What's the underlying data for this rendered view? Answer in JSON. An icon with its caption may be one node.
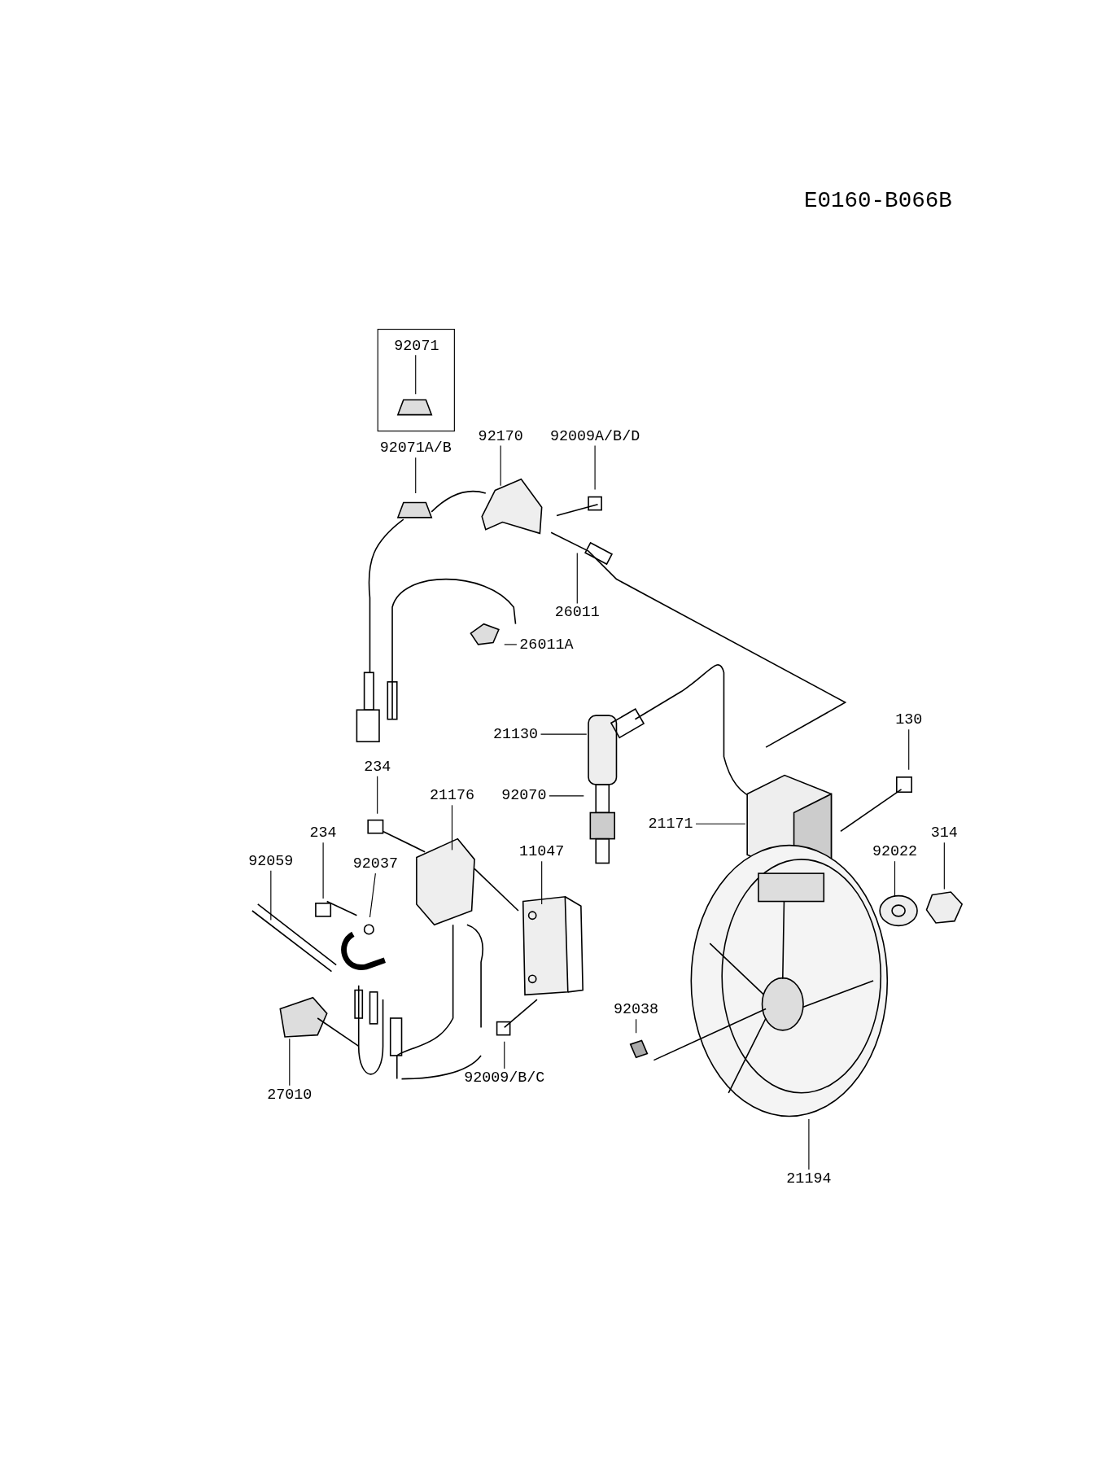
{
  "diagram": {
    "nodes": [
      {
        "text": [
          "92071"
        ]
      },
      {
        "text": [
          "92071A/B"
        ]
      },
      {
        "text": [
          "92170"
        ]
      },
      {
        "text": [
          "92009A/B/D"
        ]
      },
      {
        "text": [
          "26011"
        ]
      },
      {
        "text": [
          "26011A"
        ]
      },
      {
        "text": [
          "21130"
        ]
      },
      {
        "text": [
          "130"
        ]
      },
      {
        "text": [
          "234"
        ]
      },
      {
        "text": [
          "21176"
        ]
      },
      {
        "text": [
          "92070"
        ]
      },
      {
        "text": [
          "21171"
        ]
      },
      {
        "text": [
          "234"
        ]
      },
      {
        "text": [
          "92059"
        ]
      },
      {
        "text": [
          "92037"
        ]
      },
      {
        "text": [
          "11047"
        ]
      },
      {
        "text": [
          "314"
        ]
      },
      {
        "text": [
          "92022"
        ]
      },
      {
        "text": [
          "92038"
        ]
      },
      {
        "text": [
          "92009/B/C"
        ]
      },
      {
        "text": [
          "27010"
        ]
      },
      {
        "text": [
          "21194"
        ]
      }
    ],
    "edges": [
      {
        "from": 0,
        "to": null,
        "arrow": "none"
      },
      {
        "from": 1,
        "to": null,
        "arrow": "none"
      },
      {
        "from": 2,
        "to": null,
        "arrow": "none"
      },
      {
        "from": 3,
        "to": null,
        "arrow": "none"
      },
      {
        "from": 4,
        "to": null,
        "arrow": "none"
      },
      {
        "from": 5,
        "to": null,
        "arrow": "none"
      },
      {
        "from": 6,
        "to": null,
        "arrow": "none"
      },
      {
        "from": 7,
        "to": null,
        "arrow": "none"
      },
      {
        "from": 8,
        "to": null,
        "arrow": "none"
      },
      {
        "from": 9,
        "to": null,
        "arrow": "none"
      },
      {
        "from": 10,
        "to": null,
        "arrow": "none"
      },
      {
        "from": 11,
        "to": null,
        "arrow": "none"
      },
      {
        "from": 12,
        "to": null,
        "arrow": "none"
      },
      {
        "from": 13,
        "to": null,
        "arrow": "none"
      },
      {
        "from": 14,
        "to": null,
        "arrow": "none"
      },
      {
        "from": 15,
        "to": null,
        "arrow": "none"
      },
      {
        "from": 16,
        "to": null,
        "arrow": "none"
      },
      {
        "from": 17,
        "to": null,
        "arrow": "none"
      },
      {
        "from": 18,
        "to": null,
        "arrow": "none"
      },
      {
        "from": 19,
        "to": null,
        "arrow": "none"
      },
      {
        "from": 20,
        "to": null,
        "arrow": "none"
      },
      {
        "from": 21,
        "to": null,
        "arrow": "none"
      }
    ],
    "labels": [
      "E0160-B066B"
    ]
  }
}
